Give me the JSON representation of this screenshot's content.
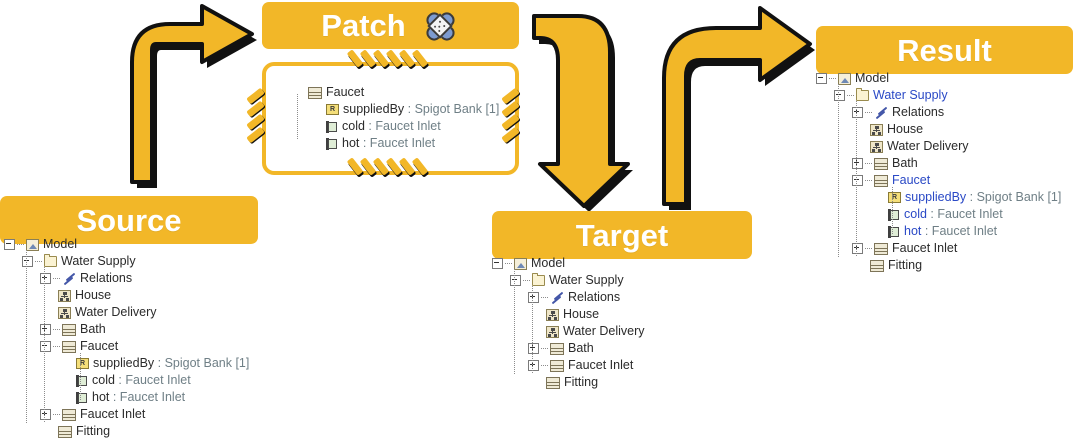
{
  "theme": {
    "gold": "#F2B728",
    "white": "#FFFFFF",
    "highlight_blue": "#2A49C6",
    "type_gray": "#6F7F86"
  },
  "banners": {
    "source": {
      "label": "Source"
    },
    "patch": {
      "label": "Patch",
      "icon": "bandage-icon"
    },
    "target": {
      "label": "Target"
    },
    "result": {
      "label": "Result"
    }
  },
  "arrows": [
    {
      "name": "arrow-source-to-patch",
      "direction": "up-right"
    },
    {
      "name": "arrow-patch-to-target",
      "direction": "right-down"
    },
    {
      "name": "arrow-target-to-result",
      "direction": "up-right"
    }
  ],
  "trees": {
    "source": {
      "nodes": [
        {
          "depth": 0,
          "toggle": "minus",
          "icon": "model-icon",
          "label": "Model"
        },
        {
          "depth": 1,
          "toggle": "minus",
          "icon": "folder-icon",
          "label": "Water Supply"
        },
        {
          "depth": 2,
          "toggle": "plus",
          "icon": "relations-icon",
          "label": "Relations"
        },
        {
          "depth": 2,
          "toggle": "none",
          "icon": "hierarchy-icon",
          "label": "House"
        },
        {
          "depth": 2,
          "toggle": "none",
          "icon": "hierarchy-icon",
          "label": "Water Delivery"
        },
        {
          "depth": 2,
          "toggle": "plus",
          "icon": "block-icon",
          "label": "Bath"
        },
        {
          "depth": 2,
          "toggle": "minus",
          "icon": "block-icon",
          "label": "Faucet"
        },
        {
          "depth": 3,
          "toggle": "none",
          "icon": "reference-icon",
          "name": "suppliedBy",
          "type": " : Spigot Bank [1]"
        },
        {
          "depth": 3,
          "toggle": "none",
          "icon": "port-icon",
          "name": "cold",
          "type": " : Faucet Inlet"
        },
        {
          "depth": 3,
          "toggle": "none",
          "icon": "port-icon",
          "name": "hot",
          "type": " : Faucet Inlet"
        },
        {
          "depth": 2,
          "toggle": "plus",
          "icon": "block-icon",
          "label": "Faucet Inlet"
        },
        {
          "depth": 2,
          "toggle": "none",
          "icon": "block-icon",
          "label": "Fitting"
        }
      ]
    },
    "patch": {
      "nodes": [
        {
          "depth": 0,
          "toggle": "none",
          "icon": "block-icon",
          "label": "Faucet"
        },
        {
          "depth": 1,
          "toggle": "none",
          "icon": "reference-icon",
          "name": "suppliedBy",
          "type": " : Spigot Bank [1]"
        },
        {
          "depth": 1,
          "toggle": "none",
          "icon": "port-icon",
          "name": "cold",
          "type": " : Faucet Inlet"
        },
        {
          "depth": 1,
          "toggle": "none",
          "icon": "port-icon",
          "name": "hot",
          "type": " : Faucet Inlet"
        }
      ]
    },
    "target": {
      "nodes": [
        {
          "depth": 0,
          "toggle": "minus",
          "icon": "model-icon",
          "label": "Model"
        },
        {
          "depth": 1,
          "toggle": "minus",
          "icon": "folder-icon",
          "label": "Water Supply"
        },
        {
          "depth": 2,
          "toggle": "plus",
          "icon": "relations-icon",
          "label": "Relations"
        },
        {
          "depth": 2,
          "toggle": "none",
          "icon": "hierarchy-icon",
          "label": "House"
        },
        {
          "depth": 2,
          "toggle": "none",
          "icon": "hierarchy-icon",
          "label": "Water Delivery"
        },
        {
          "depth": 2,
          "toggle": "plus",
          "icon": "block-icon",
          "label": "Bath"
        },
        {
          "depth": 2,
          "toggle": "plus",
          "icon": "block-icon",
          "label": "Faucet Inlet"
        },
        {
          "depth": 2,
          "toggle": "none",
          "icon": "block-icon",
          "label": "Fitting"
        }
      ]
    },
    "result": {
      "nodes": [
        {
          "depth": 0,
          "toggle": "minus",
          "icon": "model-icon",
          "label": "Model"
        },
        {
          "depth": 1,
          "toggle": "minus",
          "icon": "folder-icon",
          "label": "Water Supply",
          "highlight": true
        },
        {
          "depth": 2,
          "toggle": "plus",
          "icon": "relations-icon",
          "label": "Relations"
        },
        {
          "depth": 2,
          "toggle": "none",
          "icon": "hierarchy-icon",
          "label": "House"
        },
        {
          "depth": 2,
          "toggle": "none",
          "icon": "hierarchy-icon",
          "label": "Water Delivery"
        },
        {
          "depth": 2,
          "toggle": "plus",
          "icon": "block-icon",
          "label": "Bath"
        },
        {
          "depth": 2,
          "toggle": "minus",
          "icon": "block-icon",
          "label": "Faucet",
          "highlight": true
        },
        {
          "depth": 3,
          "toggle": "none",
          "icon": "reference-icon",
          "name": "suppliedBy",
          "type": " : Spigot Bank [1]",
          "highlight": true
        },
        {
          "depth": 3,
          "toggle": "none",
          "icon": "port-icon",
          "name": "cold",
          "type": " : Faucet Inlet",
          "highlight": true
        },
        {
          "depth": 3,
          "toggle": "none",
          "icon": "port-icon",
          "name": "hot",
          "type": " : Faucet Inlet",
          "highlight": true
        },
        {
          "depth": 2,
          "toggle": "plus",
          "icon": "block-icon",
          "label": "Faucet Inlet"
        },
        {
          "depth": 2,
          "toggle": "none",
          "icon": "block-icon",
          "label": "Fitting"
        }
      ]
    }
  }
}
